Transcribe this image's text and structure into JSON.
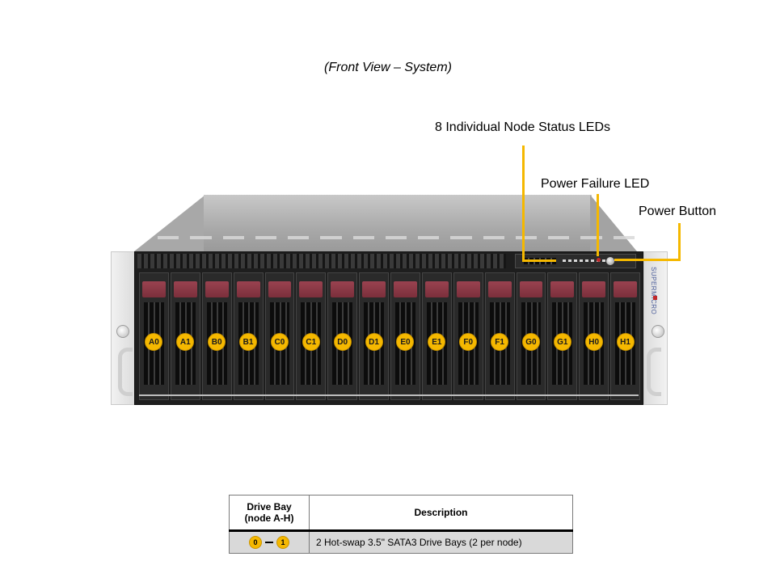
{
  "title": "(Front View – System)",
  "callouts": {
    "node_leds": "8 Individual  Node Status  LEDs",
    "power_failure": "Power Failure LED",
    "power_button": "Power Button"
  },
  "accent_color": "#f5b800",
  "brand_logo": "SUPERMICRO",
  "drive_bays": [
    "A0",
    "A1",
    "B0",
    "B1",
    "C0",
    "C1",
    "D0",
    "D1",
    "E0",
    "E1",
    "F0",
    "F1",
    "G0",
    "G1",
    "H0",
    "H1"
  ],
  "table": {
    "headers": [
      "Drive Bay\n(node A-H)",
      "Description"
    ],
    "header_line1": "Drive Bay",
    "header_line2": "(node A-H)",
    "header_desc": "Description",
    "rows": [
      {
        "bay_start": "0",
        "bay_end": "1",
        "description": "2 Hot-swap  3.5\" SATA3 Drive  Bays (2  per node)"
      }
    ]
  }
}
